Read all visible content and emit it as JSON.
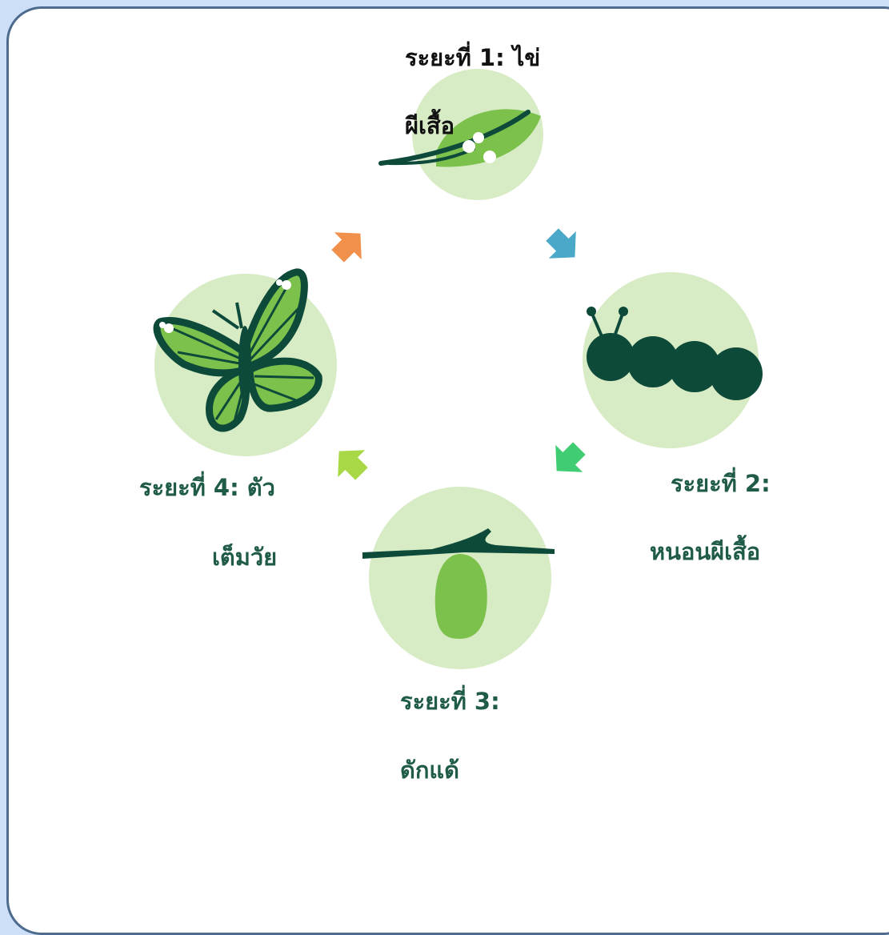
{
  "diagram": {
    "stages": [
      {
        "line1": "ระยะที่ 1: ไข่",
        "line2": "ผีเสื้อ"
      },
      {
        "line1": "ระยะที่ 2:",
        "line2": "หนอนผีเสื้อ"
      },
      {
        "line1": "ระยะที่ 3:",
        "line2": "ดักแด้"
      },
      {
        "line1": "ระยะที่ 4: ตัว",
        "line2": "เต็มวัย"
      }
    ],
    "icons": {
      "egg": "leaf-with-eggs-icon",
      "caterpillar": "caterpillar-icon",
      "pupa": "chrysalis-icon",
      "adult": "butterfly-icon"
    },
    "colors": {
      "circle": "#d7ebc5",
      "dark_green": "#0d4a3a",
      "leaf_green": "#7cc14b",
      "arrow_1": "#4aa8c8",
      "arrow_2": "#3fcc73",
      "arrow_3": "#a8d845",
      "arrow_4": "#f0904a"
    }
  }
}
